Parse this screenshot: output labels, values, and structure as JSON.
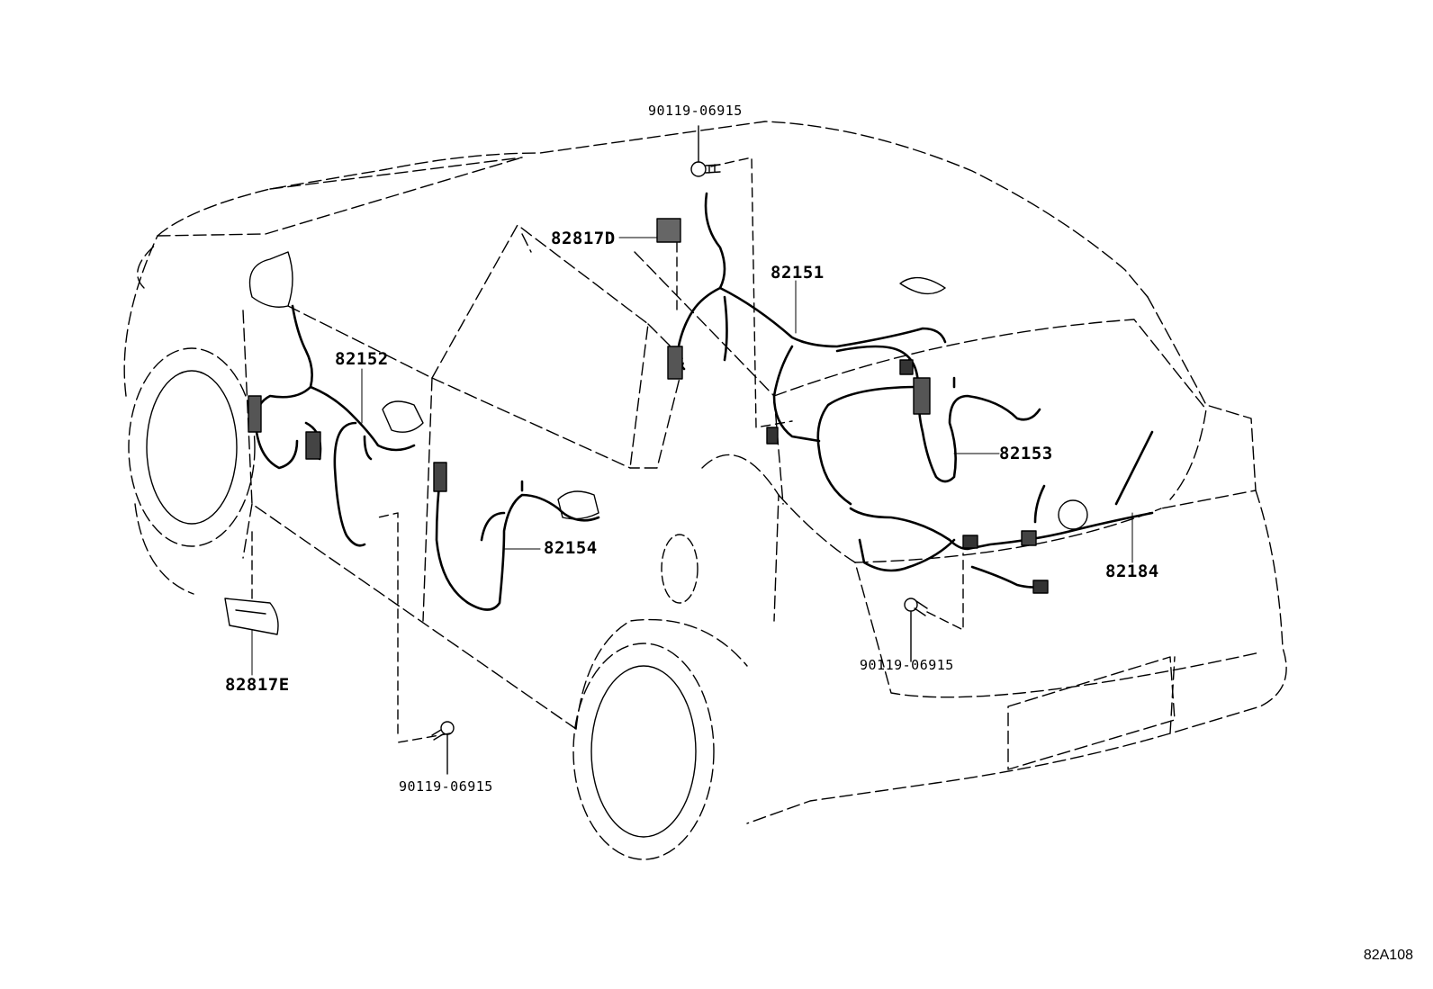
{
  "diagram": {
    "figure_id": "82A108",
    "callouts": {
      "bolt_top": "90119-06915",
      "bracket_d": "82817D",
      "harness_roof": "82151",
      "harness_front_door": "82152",
      "harness_back_door": "82153",
      "harness_rear_door": "82154",
      "harness_rear": "82184",
      "bracket_e": "82817E",
      "bolt_rear": "90119-06915",
      "bolt_bottom": "90119-06915"
    }
  }
}
